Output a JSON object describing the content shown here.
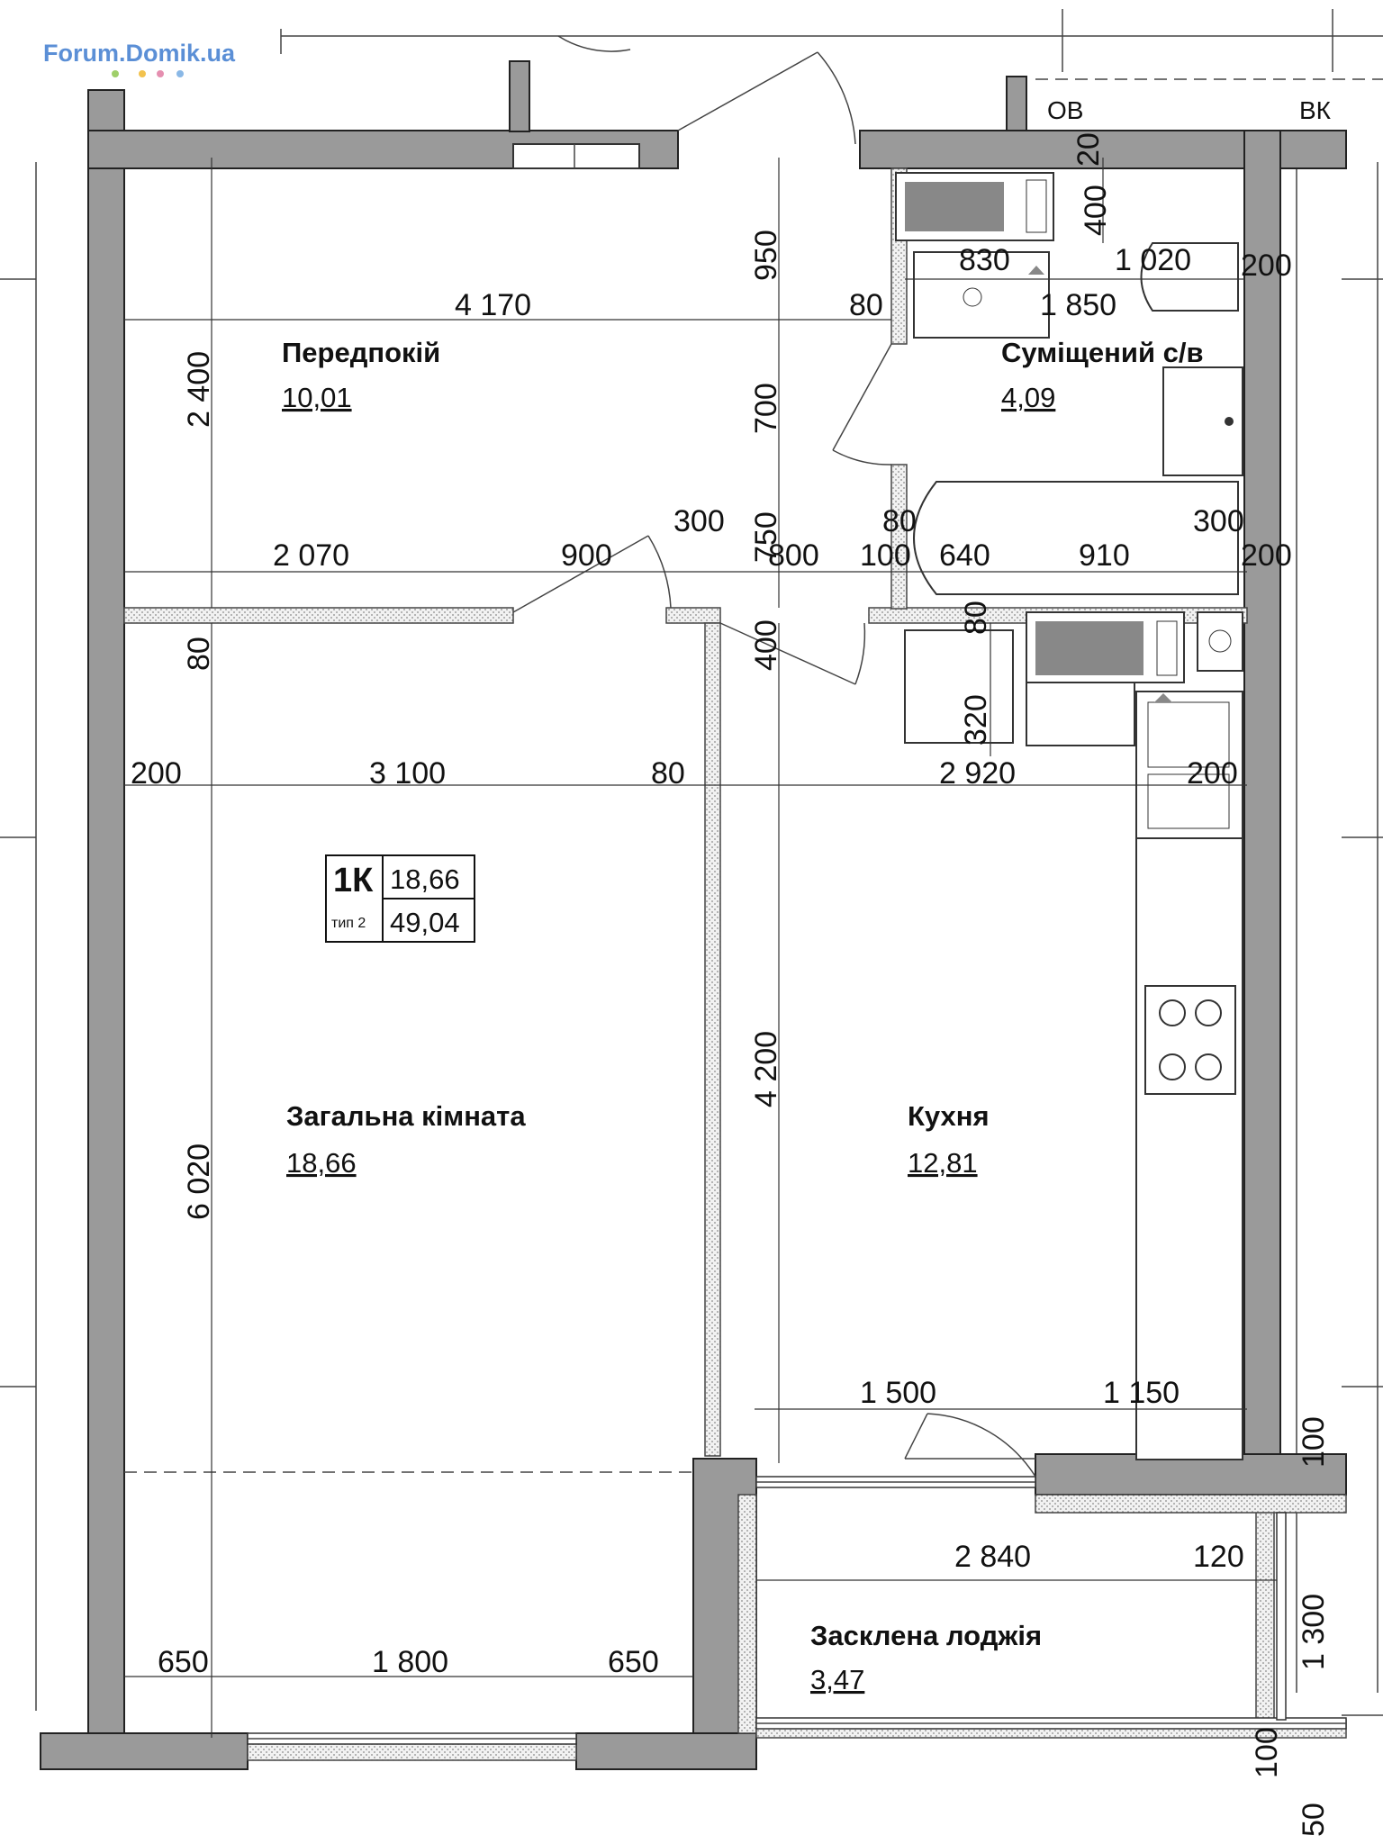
{
  "watermark": "Forum.Domik.ua",
  "colors": {
    "wall_fill": "#9a9a9a",
    "watermark": "#5b8fd6",
    "dot_colors": [
      "#9fcf6a",
      "#f2c24e",
      "#e58fb0",
      "#8ab8e6"
    ]
  },
  "tags": {
    "ov": "ОВ",
    "vk": "ВК"
  },
  "rooms": {
    "hallway": {
      "name": "Передпокій",
      "area": "10,01"
    },
    "bathroom": {
      "name": "Суміщений с/в",
      "area": "4,09"
    },
    "living": {
      "name": "Загальна кімната",
      "area": "18,66"
    },
    "kitchen": {
      "name": "Кухня",
      "area": "12,81"
    },
    "loggia": {
      "name": "Засклена лоджія",
      "area": "3,47"
    }
  },
  "apt_box": {
    "type": "1К",
    "subtype": "тип 2",
    "living_area": "18,66",
    "total_area": "49,04"
  },
  "dims": {
    "d20_top": "20",
    "d400_top": "400",
    "d830": "830",
    "d1020": "1 020",
    "d200_bath_top": "200",
    "d950": "950",
    "d4170": "4 170",
    "d80_a": "80",
    "d1850": "1 850",
    "d2400": "2 400",
    "d700": "700",
    "d300_a": "300",
    "d80_b": "80",
    "d300_b": "300",
    "d2070": "2 070",
    "d900": "900",
    "d750": "750",
    "d800": "800",
    "d100": "100",
    "d640": "640",
    "d910": "910",
    "d200_bath_mid": "200",
    "d80_c": "80",
    "d80_d": "80",
    "d400_mid": "400",
    "d320": "320",
    "d200_left": "200",
    "d3100": "3 100",
    "d80_e": "80",
    "d2920": "2 920",
    "d200_kitchen": "200",
    "d4200": "4 200",
    "d6020": "6 020",
    "d1500": "1 500",
    "d1150": "1 150",
    "d100_right": "100",
    "d2840": "2 840",
    "d120": "120",
    "d1300": "1 300",
    "d650_a": "650",
    "d1800": "1 800",
    "d650_b": "650",
    "d100_bottom": "100",
    "d50": "50"
  }
}
